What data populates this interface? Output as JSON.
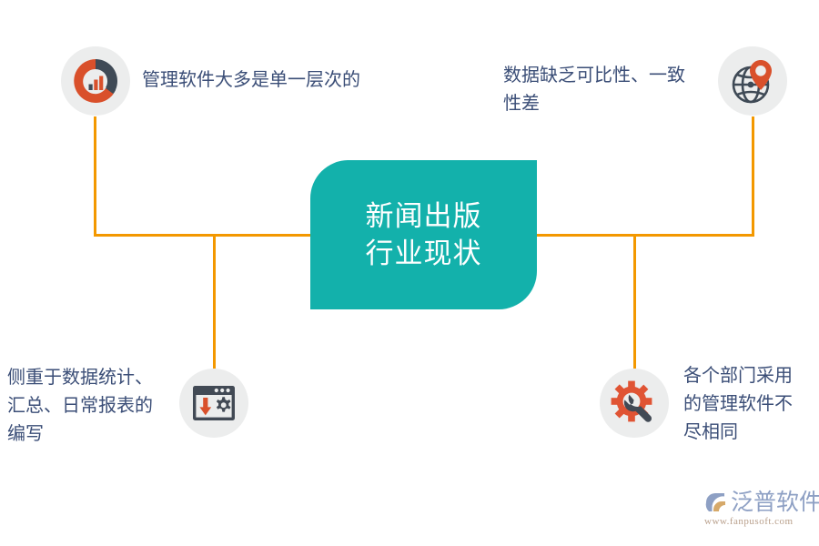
{
  "diagram": {
    "center": {
      "lines": [
        "新闻出版",
        "行业现状"
      ],
      "color": "#13B1AB",
      "text_color": "#FFFFFF"
    },
    "connector_color": "#F39800",
    "label_color": "#3B4E77",
    "circle_bg": "#ECEDED",
    "nodes": [
      {
        "position": "top-left",
        "icon": "donut-bar-chart-icon",
        "text": "管理软件大多是单一层次的",
        "icon_colors": {
          "dark": "#3F4A56",
          "accent": "#D9502B"
        }
      },
      {
        "position": "top-right",
        "icon": "globe-location-pin-icon",
        "text": "数据缺乏可比性、一致性差",
        "icon_colors": {
          "dark": "#3F4A56",
          "accent": "#D9502B"
        }
      },
      {
        "position": "bottom-left",
        "icon": "browser-download-settings-icon",
        "text": "侧重于数据统计、汇总、日常报表的编写",
        "icon_colors": {
          "dark": "#424A55",
          "accent": "#D9502B"
        }
      },
      {
        "position": "bottom-right",
        "icon": "gear-wrench-icon",
        "text": "各个部门采用的管理软件不尽相同",
        "icon_colors": {
          "dark": "#424A55",
          "accent": "#E05434"
        }
      }
    ],
    "label_lines": {
      "top_left": [
        "管理软件大多是单一层次的"
      ],
      "top_right": [
        "数据缺乏可比性、一致",
        "性差"
      ],
      "bottom_left": [
        "侧重于数据统计、",
        "汇总、日常报表的",
        "编写"
      ],
      "bottom_right": [
        "各个部门采用",
        "的管理软件不",
        "尽相同"
      ]
    }
  },
  "watermark": {
    "brand": "泛普软件",
    "url": "www.fanpusoft.com",
    "brand_color": "#8EA0C4",
    "url_color": "#B9A08C"
  }
}
